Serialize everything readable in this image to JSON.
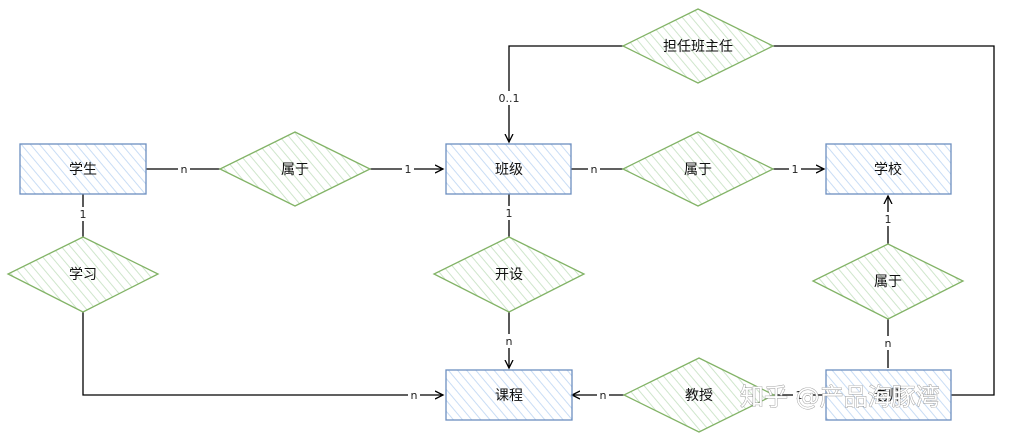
{
  "entities": {
    "student": "学生",
    "class": "班级",
    "school": "学校",
    "course": "课程",
    "teacher": "老师"
  },
  "relations": {
    "student_belongs": "属于",
    "class_belongs": "属于",
    "teacher_belongs": "属于",
    "study": "学习",
    "offer": "开设",
    "teach": "教授",
    "head_teacher": "担任班主任"
  },
  "cardinalities": {
    "student_left": "n",
    "student_right": "1",
    "class_left": "n",
    "class_right": "1",
    "head_teacher": "0..1",
    "offer_top": "1",
    "offer_bottom": "n",
    "study_top": "1",
    "study_end": "n",
    "teach_left": "n",
    "teach_right": "1",
    "teacher_bottom": "n",
    "teacher_top": "1"
  },
  "watermark": "知乎 @产品海豚湾",
  "colors": {
    "entity_border": "#6c8ebf",
    "entity_hatch": "#dae8fc",
    "relation_border": "#82b366",
    "relation_hatch": "#d5e8d4",
    "line": "#000000"
  }
}
